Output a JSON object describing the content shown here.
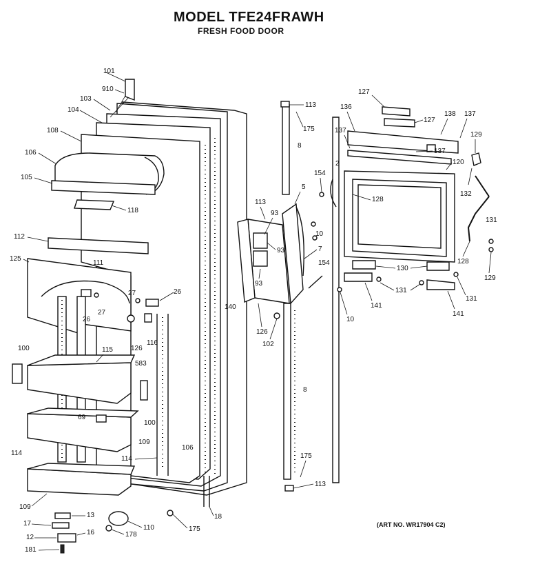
{
  "title": "MODEL TFE24FRAWH",
  "subtitle": "FRESH FOOD DOOR",
  "art_no": "(ART NO. WR17904 C2)",
  "labels": [
    {
      "id": "l101",
      "text": "101"
    },
    {
      "id": "l910",
      "text": "910"
    },
    {
      "id": "l103",
      "text": "103"
    },
    {
      "id": "l104",
      "text": "104"
    },
    {
      "id": "l108",
      "text": "108"
    },
    {
      "id": "l106a",
      "text": "106"
    },
    {
      "id": "l105",
      "text": "105"
    },
    {
      "id": "l118",
      "text": "118"
    },
    {
      "id": "l112",
      "text": "112"
    },
    {
      "id": "l125",
      "text": "125"
    },
    {
      "id": "l111",
      "text": "111"
    },
    {
      "id": "l27a",
      "text": "27"
    },
    {
      "id": "l26a",
      "text": "26"
    },
    {
      "id": "l27b",
      "text": "27"
    },
    {
      "id": "l26b",
      "text": "26"
    },
    {
      "id": "l126a",
      "text": "126"
    },
    {
      "id": "l116",
      "text": "116"
    },
    {
      "id": "l140",
      "text": "140"
    },
    {
      "id": "l100a",
      "text": "100"
    },
    {
      "id": "l115",
      "text": "115"
    },
    {
      "id": "l583",
      "text": "583"
    },
    {
      "id": "l100b",
      "text": "100"
    },
    {
      "id": "l69",
      "text": "69"
    },
    {
      "id": "l109a",
      "text": "109"
    },
    {
      "id": "l106b",
      "text": "106"
    },
    {
      "id": "l114a",
      "text": "114"
    },
    {
      "id": "l114b",
      "text": "114"
    },
    {
      "id": "l109b",
      "text": "109"
    },
    {
      "id": "l13",
      "text": "13"
    },
    {
      "id": "l17",
      "text": "17"
    },
    {
      "id": "l16",
      "text": "16"
    },
    {
      "id": "l12",
      "text": "12"
    },
    {
      "id": "l181",
      "text": "181"
    },
    {
      "id": "l178",
      "text": "178"
    },
    {
      "id": "l110",
      "text": "110"
    },
    {
      "id": "l175a",
      "text": "175"
    },
    {
      "id": "l18",
      "text": "18"
    },
    {
      "id": "l113a",
      "text": "113"
    },
    {
      "id": "l175b",
      "text": "175"
    },
    {
      "id": "l8a",
      "text": "8"
    },
    {
      "id": "l5",
      "text": "5"
    },
    {
      "id": "l154a",
      "text": "154"
    },
    {
      "id": "l113b",
      "text": "113"
    },
    {
      "id": "l93a",
      "text": "93"
    },
    {
      "id": "l93b",
      "text": "93"
    },
    {
      "id": "l10a",
      "text": "10"
    },
    {
      "id": "l7",
      "text": "7"
    },
    {
      "id": "l154b",
      "text": "154"
    },
    {
      "id": "l93c",
      "text": "93"
    },
    {
      "id": "l126b",
      "text": "126"
    },
    {
      "id": "l102",
      "text": "102"
    },
    {
      "id": "l8b",
      "text": "8"
    },
    {
      "id": "l175c",
      "text": "175"
    },
    {
      "id": "l113c",
      "text": "113"
    },
    {
      "id": "l2",
      "text": "2"
    },
    {
      "id": "l10b",
      "text": "10"
    },
    {
      "id": "l127a",
      "text": "127"
    },
    {
      "id": "l136",
      "text": "136"
    },
    {
      "id": "l127b",
      "text": "127"
    },
    {
      "id": "l138",
      "text": "138"
    },
    {
      "id": "l137a",
      "text": "137"
    },
    {
      "id": "l137b",
      "text": "137"
    },
    {
      "id": "l137c",
      "text": "137"
    },
    {
      "id": "l129a",
      "text": "129"
    },
    {
      "id": "l120",
      "text": "120"
    },
    {
      "id": "l128a",
      "text": "128"
    },
    {
      "id": "l132",
      "text": "132"
    },
    {
      "id": "l131a",
      "text": "131"
    },
    {
      "id": "l128b",
      "text": "128"
    },
    {
      "id": "l129b",
      "text": "129"
    },
    {
      "id": "l130",
      "text": "130"
    },
    {
      "id": "l131b",
      "text": "131"
    },
    {
      "id": "l131c",
      "text": "131"
    },
    {
      "id": "l141a",
      "text": "141"
    },
    {
      "id": "l141b",
      "text": "141"
    }
  ]
}
